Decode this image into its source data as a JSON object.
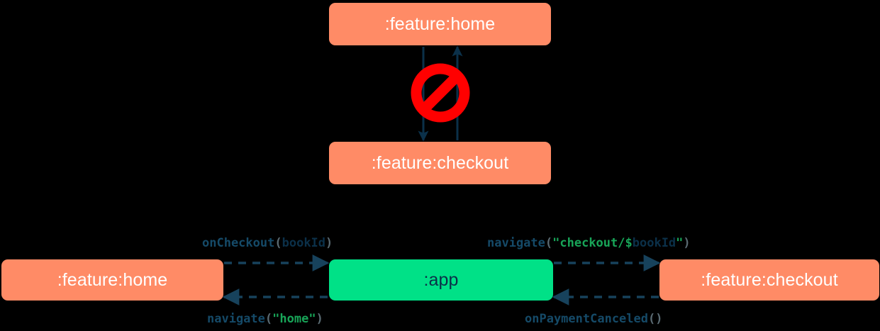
{
  "diagram": {
    "background_color": "#000000",
    "node_colors": {
      "module": "#FF8B66",
      "app": "#00E187",
      "edge": "#0B3049",
      "forbidden": "#FF0000"
    },
    "top_section": {
      "nodes": [
        {
          "id": "home-top",
          "label": ":feature:home"
        },
        {
          "id": "checkout-top",
          "label": ":feature:checkout"
        }
      ],
      "forbidden_marker": "no-entry-icon",
      "edges": [
        {
          "from": "home-top",
          "to": "checkout-top",
          "direction": "down"
        },
        {
          "from": "checkout-top",
          "to": "home-top",
          "direction": "up"
        }
      ]
    },
    "bottom_section": {
      "nodes": [
        {
          "id": "home-bottom",
          "label": ":feature:home"
        },
        {
          "id": "app",
          "label": ":app"
        },
        {
          "id": "checkout-bottom",
          "label": ":feature:checkout"
        }
      ],
      "edges": [
        {
          "id": "edge-home-to-app",
          "from": "home-bottom",
          "to": "app",
          "label": "onCheckout(bookId)",
          "tokens": [
            {
              "text": "onCheckout",
              "kind": "fn"
            },
            {
              "text": "(",
              "kind": "par"
            },
            {
              "text": "bookId",
              "kind": "var"
            },
            {
              "text": ")",
              "kind": "par"
            }
          ]
        },
        {
          "id": "edge-app-to-checkout",
          "from": "app",
          "to": "checkout-bottom",
          "label": "navigate(\"checkout/$bookId\")",
          "tokens": [
            {
              "text": "navigate",
              "kind": "fn"
            },
            {
              "text": "(",
              "kind": "par"
            },
            {
              "text": "\"checkout/",
              "kind": "str"
            },
            {
              "text": "$",
              "kind": "dollar"
            },
            {
              "text": "bookId",
              "kind": "var"
            },
            {
              "text": "\"",
              "kind": "str"
            },
            {
              "text": ")",
              "kind": "par"
            }
          ]
        },
        {
          "id": "edge-app-to-home",
          "from": "app",
          "to": "home-bottom",
          "label": "navigate(\"home\")",
          "tokens": [
            {
              "text": "navigate",
              "kind": "fn"
            },
            {
              "text": "(",
              "kind": "par"
            },
            {
              "text": "\"home\"",
              "kind": "str"
            },
            {
              "text": ")",
              "kind": "par"
            }
          ]
        },
        {
          "id": "edge-checkout-to-app",
          "from": "checkout-bottom",
          "to": "app",
          "label": "onPaymentCanceled()",
          "tokens": [
            {
              "text": "onPaymentCanceled",
              "kind": "fn"
            },
            {
              "text": "()",
              "kind": "par"
            }
          ]
        }
      ]
    }
  }
}
